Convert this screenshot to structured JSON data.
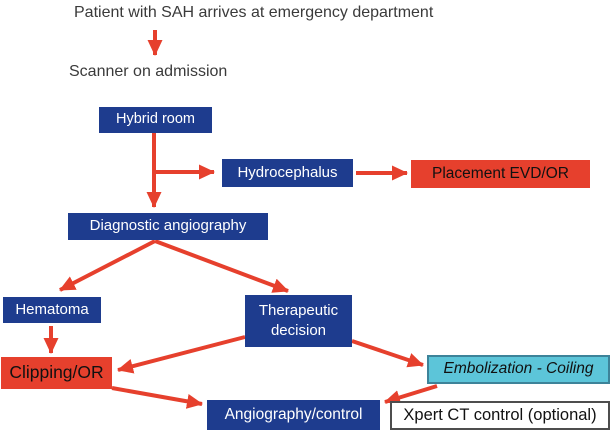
{
  "colors": {
    "navy": "#1e3c8e",
    "red": "#e6402d",
    "cyan": "#5cc5d9",
    "cyan_border": "#3d8399",
    "box_border_gray": "#4d4d4d",
    "text_dark": "#3a3a3a"
  },
  "header": {
    "title": "Patient with SAH arrives at emergency department",
    "subtitle": "Scanner on admission"
  },
  "nodes": {
    "hybrid_room": "Hybrid room",
    "hydrocephalus": "Hydrocephalus",
    "placement_evd": "Placement EVD/OR",
    "diagnostic_angiography": "Diagnostic angiography",
    "hematoma": "Hematoma",
    "therapeutic_decision": "Therapeutic decision",
    "clipping": "Clipping/OR",
    "embolization": "Embolization - Coiling",
    "angiography_control": "Angiography/control",
    "xpert_ct": "Xpert CT control (optional)"
  }
}
